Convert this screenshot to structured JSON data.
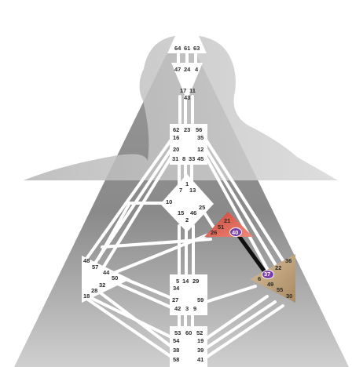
{
  "title": "",
  "centers": {
    "head": {
      "gates": [
        "64",
        "61",
        "63"
      ],
      "defined": false
    },
    "ajna": {
      "gates": [
        "47",
        "24",
        "4",
        "17",
        "11",
        "43"
      ],
      "defined": false
    },
    "throat": {
      "gates": [
        "62",
        "23",
        "56",
        "16",
        "35",
        "20",
        "12",
        "31",
        "8",
        "33",
        "45"
      ],
      "defined": false
    },
    "g": {
      "gates": [
        "1",
        "7",
        "13",
        "10",
        "25",
        "15",
        "46",
        "2"
      ],
      "defined": false
    },
    "heart": {
      "gates": [
        "21",
        "51",
        "26",
        "40"
      ],
      "defined": true,
      "color": "#e0675a"
    },
    "spleen": {
      "gates": [
        "48",
        "57",
        "44",
        "50",
        "32",
        "28",
        "18"
      ],
      "defined": false
    },
    "sacral": {
      "gates": [
        "5",
        "14",
        "29",
        "34",
        "27",
        "59",
        "42",
        "3",
        "9"
      ],
      "defined": false
    },
    "solar_plexus": {
      "gates": [
        "36",
        "22",
        "37",
        "6",
        "49",
        "55",
        "30"
      ],
      "defined": true,
      "color": "#bfa27c"
    },
    "root": {
      "gates": [
        "53",
        "60",
        "52",
        "54",
        "19",
        "38",
        "39",
        "58",
        "41"
      ],
      "defined": false
    }
  },
  "activated_gates": [
    "40",
    "37"
  ],
  "defined_channels": [
    [
      "37",
      "40"
    ]
  ],
  "colors": {
    "background_cone": "#8f8f8f",
    "silhouette": "#c9c9c9",
    "activated_gate": "#7b3fa8",
    "channel_defined": "#111111"
  }
}
